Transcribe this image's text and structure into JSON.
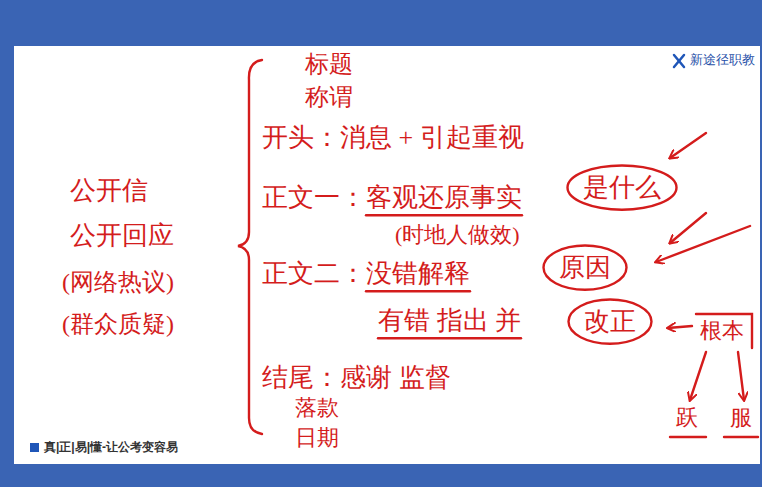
{
  "diagram": {
    "nodes": [
      {
        "text": [
          "是什么"
        ]
      },
      {
        "text": [
          "原因"
        ]
      },
      {
        "text": [
          "改正"
        ]
      }
    ],
    "labels": [
      "标题",
      "称谓",
      "开头：消息 + 引起重视",
      "正文一：客观还原事实",
      "(时地人做效)",
      "正文二：没错解释",
      "有错 指出 并",
      "结尾：感谢 监督",
      "落款",
      "日期",
      "公开信",
      "公开回应",
      "(网络热议)",
      "(群众质疑)",
      "根本",
      "跃",
      "服",
      "新途径职教",
      "真|正|易|懂-让公考变容易"
    ]
  }
}
